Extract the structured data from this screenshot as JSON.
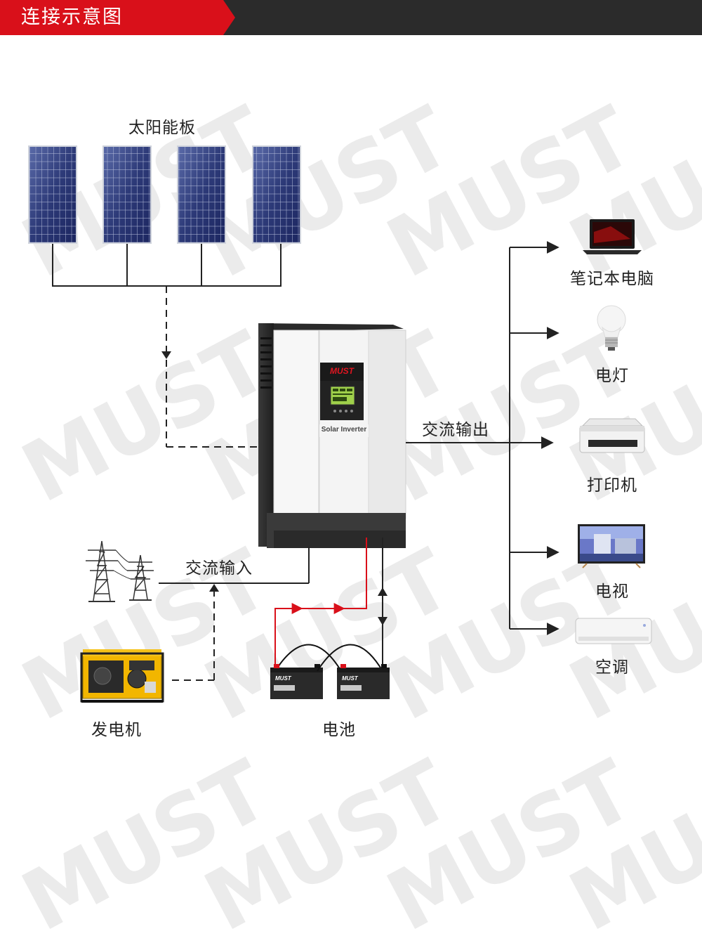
{
  "header": {
    "title": "连接示意图"
  },
  "watermark": {
    "text": "MUST"
  },
  "components": {
    "solar_panels": "太阳能板",
    "ac_input": "交流输入",
    "ac_output": "交流输出",
    "generator": "发电机",
    "battery": "电池"
  },
  "inverter": {
    "brand": "MUST",
    "model_label": "Solar Inverter"
  },
  "battery_brand": "MUST",
  "loads": [
    {
      "label": "笔记本电脑",
      "icon": "laptop-icon"
    },
    {
      "label": "电灯",
      "icon": "light-bulb-icon"
    },
    {
      "label": "打印机",
      "icon": "printer-icon"
    },
    {
      "label": "电视",
      "icon": "tv-icon"
    },
    {
      "label": "空调",
      "icon": "air-conditioner-icon"
    }
  ],
  "colors": {
    "accent": "#d9101a",
    "header": "#2b2b2b",
    "line": "#222222",
    "battery_link": "#d9101a"
  }
}
